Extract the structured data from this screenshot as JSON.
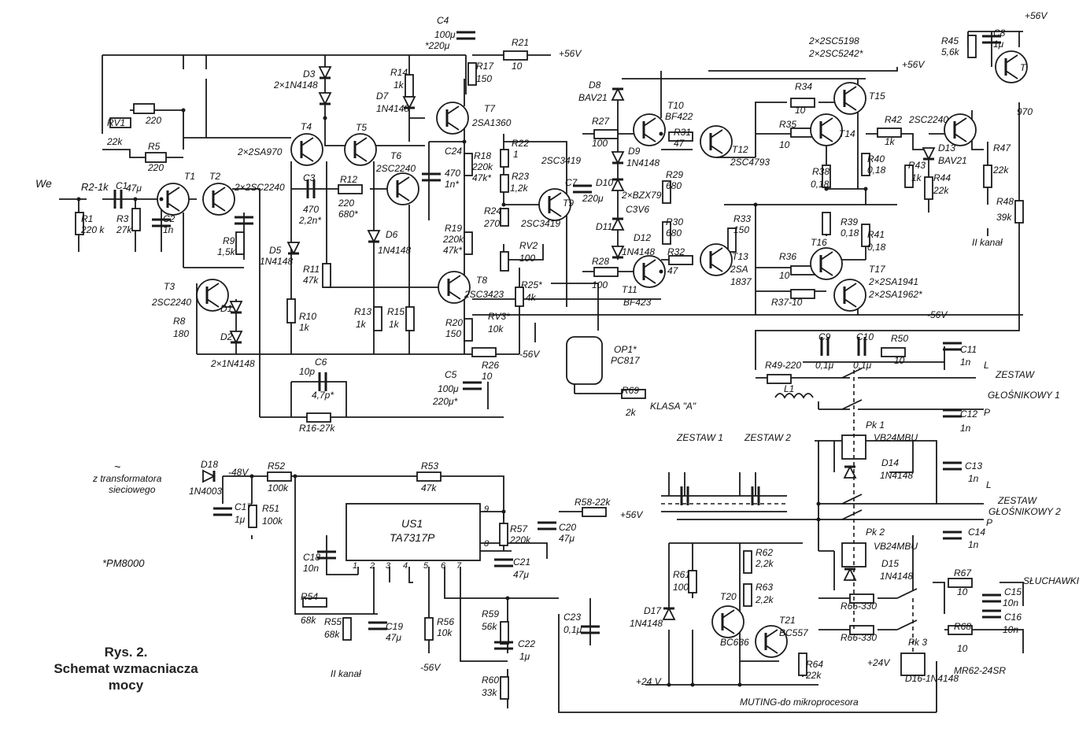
{
  "caption": {
    "line1": "Rys. 2.",
    "line2": "Schemat wzmacniacza",
    "line3": "mocy"
  },
  "note": "*PM8000",
  "labels": {
    "we": "We",
    "r2": "R2-1k",
    "c1": "C1",
    "c1v": "47μ",
    "r1": "R1",
    "r1v": "220 k",
    "r3": "R3",
    "r3v": "27k",
    "c2": "C2",
    "c2v": "1n",
    "rv1": "RV1",
    "rv1v": "22k",
    "r5": "R5",
    "r5v": "220",
    "r4v": "220",
    "t1": "T1",
    "t2": "T2",
    "t12pair": "2×2SC2240",
    "t3": "T3",
    "t3t": "2SC2240",
    "r8": "R8",
    "r8v": "180",
    "d1": "D1",
    "d2": "D2",
    "d12": "2×1N4148",
    "r9": "R9",
    "r9v": "1,5k",
    "d3": "D3",
    "d34": "2×1N4148",
    "d7": "D7",
    "d7t": "1N4148",
    "t4": "T4",
    "t45pair": "2×2SA970",
    "t5": "T5",
    "c3": "C3",
    "c3v": "470",
    "c3v2": "2,2n*",
    "r12": "R12",
    "r12v": "220",
    "r12v2": "680*",
    "t6": "T6",
    "t6t": "2SC2240",
    "d5": "D5",
    "d5t": "1N4148",
    "d6": "D6",
    "d6t": "1N4148",
    "r11": "R11",
    "r11v": "47k",
    "r10": "R10",
    "r10v": "1k",
    "r13": "R13",
    "r13v": "1k",
    "r15": "R15",
    "r15v": "1k",
    "r14": "R14",
    "r14v": "1k",
    "c6": "C6",
    "c6v": "10p",
    "c6v2": "4,7p*",
    "r16": "R16-27k",
    "c4": "C4",
    "c4v": "100μ",
    "c4v2": "*220μ",
    "r21": "R21",
    "r21v": "10",
    "p56a": "+56V",
    "r17": "R17",
    "r17v": "150",
    "t7": "T7",
    "t7t": "2SA1360",
    "c24": "C24",
    "c24v": "470",
    "c24v2": "1n*",
    "r18": "R18",
    "r18v": "220k",
    "r18v2": "47k*",
    "r22": "R22",
    "r22v": "1",
    "r23": "R23",
    "r23v": "1,2k",
    "r24": "R24",
    "r24v": "270",
    "t9": "T9",
    "t9t": "2SC3419",
    "t9t2": "2SC3419",
    "r19": "R19",
    "r19v": "220k",
    "r19v2": "47k*",
    "rv2": "RV2",
    "rv2v": "100",
    "r25": "R25*",
    "r25v": "4k",
    "t8": "T8",
    "t8t": "2SC3423",
    "rv3": "RV3*",
    "rv3v": "10k",
    "m56": "-56V",
    "r20": "R20",
    "r20v": "150",
    "r26": "R26",
    "r26v": "10",
    "c5": "C5",
    "c5v": "100μ",
    "c5v2": "220μ*",
    "op1": "OP1*",
    "op1t": "PC817",
    "r69": "R69",
    "r69v": "2k",
    "klasa": "KLASA \"A\"",
    "c7": "C7",
    "c7v": "220μ",
    "r27": "R27",
    "r27v": "100",
    "r28": "R28",
    "r28v": "100",
    "d8": "D8",
    "d8t": "BAV21",
    "t10": "T10",
    "t10t": "BF422",
    "t11": "T11",
    "t11t": "BF423",
    "d9": "D9",
    "d9t": "1N4148",
    "d10": "D10",
    "d1011": "2×BZX79",
    "c3v6": "C3V6",
    "d11": "D11",
    "d12b": "D12",
    "d12t": "1N4148",
    "r29": "R29",
    "r29v": "680",
    "r30": "R30",
    "r30v": "680",
    "r31": "R31",
    "r31v": "47",
    "r32": "R32",
    "r32v": "47",
    "t12": "T12",
    "t12t": "2SC4793",
    "t13": "T13",
    "t13t": "2SA",
    "t13t2": "1837",
    "r33": "R33",
    "r33v": "150",
    "pairs_top": "2×2SC5198",
    "pairs_top2": "2×2SC5242*",
    "p56b": "+56V",
    "r34": "R34",
    "r34v": "10",
    "t15": "T15",
    "r35": "R35",
    "r35v": "10",
    "t14": "T14",
    "r38": "R38",
    "r38v": "0,18",
    "r40": "R40",
    "r40v": "0,18",
    "r39": "R39",
    "r39v": "0,18",
    "r41": "R41",
    "r41v": "0,18",
    "r36": "R36",
    "r36v": "10",
    "t16": "T16",
    "t17": "T17",
    "r37": "R37-10",
    "pairs_bot": "2×2SA1941",
    "pairs_bot2": "2×2SA1962*",
    "m56b": "-56V",
    "r42": "R42",
    "r42v": "1k",
    "t18t": "2SC2240",
    "r43": "R43",
    "r43v": "1k",
    "r44": "R44",
    "r44v": "22k",
    "d13": "D13",
    "d13t": "BAV21",
    "r45": "R45",
    "r45v": "5,6k",
    "c8": "C8",
    "c8v": "1μ",
    "p56c": "+56V",
    "t19": "T",
    "t19t": "970",
    "r47": "R47",
    "r47v": "22k",
    "r48": "R48",
    "r48v": "39k",
    "kanal2": "II kanał",
    "c9": "C9",
    "c9v": "0,1μ",
    "c10": "C10",
    "c10v": "0,1μ",
    "r50": "R50",
    "r50v": "10",
    "c11": "C11",
    "c11v": "1n",
    "r49": "R49-220",
    "l1": "L1",
    "zg1": "ZESTAW",
    "zg1b": "GŁOŚNIKOWY 1",
    "c12": "C12",
    "c12v": "1n",
    "l_a": "L",
    "p_a": "P",
    "pk1": "Pk 1",
    "pk1t": "VB24MBU",
    "d14": "D14",
    "d14t": "1N4148",
    "c13": "C13",
    "c13v": "1n",
    "l_b": "L",
    "zg2": "ZESTAW",
    "zg2b": "GŁOŚNIKOWY 2",
    "c14": "C14",
    "c14v": "1n",
    "p_b": "P",
    "pk2": "Pk 2",
    "pk2t": "VB24MBU",
    "d15": "D15",
    "d15t": "1N4148",
    "z1": "ZESTAW 1",
    "z2": "ZESTAW 2",
    "r62": "R62",
    "r62v": "2,2k",
    "r63": "R63",
    "r63v": "2,2k",
    "r61": "R61",
    "r61v": "100",
    "d17": "D17",
    "d17t": "1N4148",
    "t20": "T20",
    "t20t": "BC636",
    "t21": "T21",
    "t21t": "BC557",
    "r64": "R64",
    "r64v": "22k",
    "p24a": "+24 V",
    "muting": "MUTING-do mikroprocesora",
    "r67": "R67",
    "r67v": "10",
    "c15": "C15",
    "c15v": "10n",
    "sluch": "SŁUCHAWKI",
    "c16": "C16",
    "c16v": "10n",
    "r65": "R65-330",
    "r66": "R66-330",
    "r68": "R68",
    "r68v": "10",
    "pk3": "Pk 3",
    "p24b": "+24V",
    "pk3t": "MR62-24SR",
    "d16": "D16-1N4148",
    "tilde": "~",
    "ztr": "z transformatora",
    "siec": "sieciowego",
    "d18": "D18",
    "d18t": "1N4003",
    "m48": "-48V",
    "r52": "R52",
    "r52v": "100k",
    "r53": "R53",
    "r53v": "47k",
    "c17": "C17",
    "c17v": "1μ",
    "r51": "R51",
    "r51v": "100k",
    "us1": "US1",
    "us1t": "TA7317P",
    "pin9": "9",
    "pin8": "8",
    "pin1": "1",
    "pin2": "2",
    "pin3": "3",
    "pin4": "4",
    "pin5": "5",
    "pin6": "6",
    "pin7": "7",
    "r58": "R58-22k",
    "p56d": "+56V",
    "r57": "R57",
    "r57v": "220k",
    "c20": "C20",
    "c20v": "47μ",
    "c21": "C21",
    "c21v": "47μ",
    "c18": "C18",
    "c18v": "10n",
    "r54": "R54",
    "r54v": "68k",
    "r55": "R55",
    "r55v": "68k",
    "c19": "C19",
    "c19v": "47μ",
    "kanal2b": "II kanał",
    "r56": "R56",
    "r56v": "10k",
    "m56c": "-56V",
    "r59": "R59",
    "r59v": "56k",
    "c22": "C22",
    "c22v": "1μ",
    "r60": "R60",
    "r60v": "33k",
    "c23": "C23",
    "c23v": "0,1μ"
  }
}
